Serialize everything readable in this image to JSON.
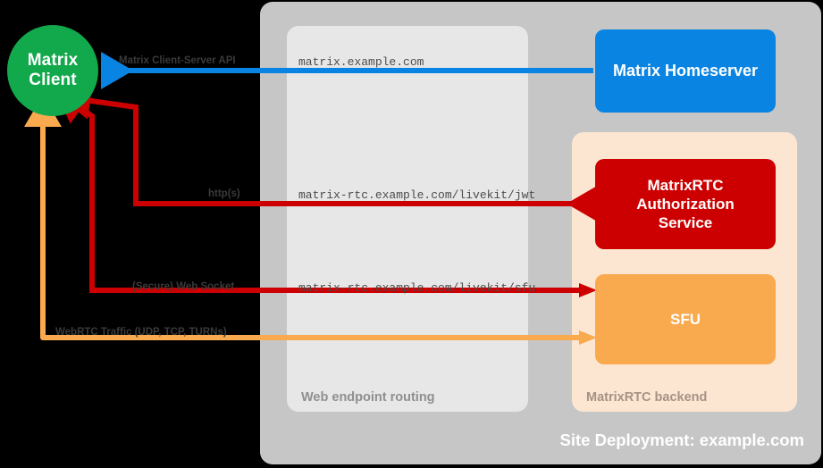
{
  "diagram": {
    "title": "Site Deployment: example.com",
    "background_color": "#000000"
  },
  "client": {
    "label_line1": "Matrix",
    "label_line2": "Client",
    "color": "#12a84c",
    "shape": "circle"
  },
  "containers": {
    "site": {
      "caption": "Site Deployment: example.com",
      "color": "#c6c6c6"
    },
    "web_endpoint_routing": {
      "caption": "Web endpoint routing",
      "color": "#e7e7e7"
    },
    "matrixrtc_backend": {
      "caption": "MatrixRTC backend",
      "color": "#fce6d2"
    }
  },
  "services": [
    {
      "name": "Matrix Homeserver",
      "label_lines": [
        "Matrix Homeserver"
      ],
      "color": "#0a84e2"
    },
    {
      "name": "MatrixRTC Authorization Service",
      "label_lines": [
        "MatrixRTC",
        "Authorization",
        "Service"
      ],
      "color": "#cc0000"
    },
    {
      "name": "SFU",
      "label_lines": [
        "SFU"
      ],
      "color": "#f9a94e"
    }
  ],
  "service_labels": {
    "homeserver": "Matrix Homeserver",
    "auth_line1": "MatrixRTC",
    "auth_line2": "Authorization",
    "auth_line3": "Service",
    "sfu": "SFU"
  },
  "flows": [
    {
      "id": "client-server-api",
      "protocol_label": "Matrix Client-Server API",
      "endpoint": "matrix.example.com",
      "color": "#0a84e2",
      "direction": "to-client",
      "target": "Matrix Homeserver"
    },
    {
      "id": "jwt-http",
      "protocol_label": "http(s)",
      "endpoint": "matrix-rtc.example.com/livekit/jwt",
      "color": "#cc0000",
      "direction": "bidirectional",
      "target": "MatrixRTC Authorization Service"
    },
    {
      "id": "sfu-websocket",
      "protocol_label": "(Secure) Web Socket",
      "endpoint": "matrix-rtc.example.com/livekit/sfu",
      "color": "#cc0000",
      "direction": "bidirectional",
      "target": "SFU"
    },
    {
      "id": "webrtc-media",
      "protocol_label": "WebRTC Traffic (UDP, TCP, TURNs)",
      "endpoint": "",
      "color": "#f9a94e",
      "direction": "bidirectional",
      "target": "SFU"
    }
  ],
  "flow_labels": {
    "client_server_api": "Matrix Client-Server API",
    "http_s": "http(s)",
    "web_socket": "(Secure) Web Socket",
    "webrtc": "WebRTC Traffic (UDP, TCP, TURNs)"
  },
  "endpoints": {
    "matrix": "matrix.example.com",
    "jwt": "matrix-rtc.example.com/livekit/jwt",
    "sfu": "matrix-rtc.example.com/livekit/sfu"
  },
  "colors": {
    "green": "#12a84c",
    "blue": "#0a84e2",
    "red": "#cc0000",
    "orange": "#f9a94e",
    "gray_outer": "#c6c6c6",
    "gray_inner": "#e7e7e7",
    "peach": "#fce6d2",
    "background": "#000000"
  }
}
